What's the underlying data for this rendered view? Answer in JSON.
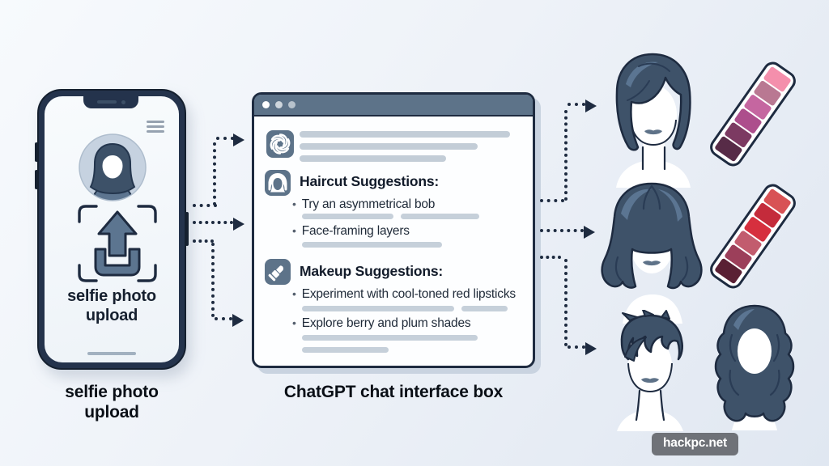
{
  "page": {
    "watermark": "hackpc.net"
  },
  "phone": {
    "screen_label": "selfie photo\nupload",
    "caption": "selfie photo\nupload",
    "icons": [
      "hamburger-menu",
      "woman-avatar",
      "upload-arrow-tray",
      "scan-corner-brackets"
    ]
  },
  "chat": {
    "caption": "ChatGPT chat interface box",
    "window_controls_count": 3,
    "bot_icon": "chatgpt-logo",
    "bot_placeholder_lines": 3,
    "sections": [
      {
        "icon": "haircut-icon",
        "title": "Haircut Suggestions:",
        "items": [
          "Try an asymmetrical bob",
          "Face-framing layers"
        ]
      },
      {
        "icon": "lipstick-icon",
        "title": "Makeup Suggestions:",
        "items": [
          "Experiment with cool-toned red lipsticks",
          "Explore berry and plum shades"
        ]
      }
    ]
  },
  "results": {
    "hairstyle_illustrations": [
      "asymmetrical-bob",
      "face-framing-layers",
      "pixie-cut",
      "long-curly"
    ],
    "palettes": [
      {
        "name": "pink-to-plum-shades",
        "colors": [
          "#F48FAC",
          "#B97892",
          "#C566A0",
          "#AD4E8C",
          "#7C3A62",
          "#572B47"
        ]
      },
      {
        "name": "red-to-berry-shades",
        "colors": [
          "#D85255",
          "#C42B3B",
          "#D62F3E",
          "#C25C6E",
          "#9C3F5A",
          "#5A2034"
        ]
      }
    ]
  },
  "colors": {
    "navy_outline": "#1E2B40",
    "slate_tile": "#5D7389",
    "hair_fill": "#3E5269",
    "hair_highlight": "#5B7592",
    "placeholder_bar": "#C3CDD7",
    "avatar_bg": "#C6D2E0"
  }
}
